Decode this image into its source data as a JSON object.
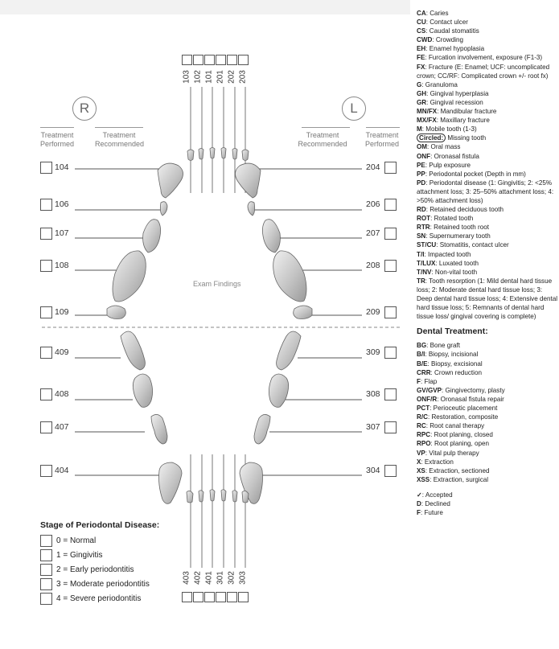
{
  "quadrant_marks": {
    "right": "R",
    "left": "L"
  },
  "headers": {
    "left_performed": "Treatment Performed",
    "left_recommended": "Treatment Recommended",
    "right_recommended": "Treatment Recommended",
    "right_performed": "Treatment Performed"
  },
  "exam_findings_label": "Exam Findings",
  "top_incisors": [
    "103",
    "102",
    "101",
    "201",
    "202",
    "203"
  ],
  "bottom_incisors": [
    "403",
    "402",
    "401",
    "301",
    "302",
    "303"
  ],
  "upper_right_teeth": [
    "104",
    "106",
    "107",
    "108",
    "109"
  ],
  "upper_left_teeth": [
    "204",
    "206",
    "207",
    "208",
    "209"
  ],
  "lower_right_teeth": [
    "409",
    "408",
    "407",
    "404"
  ],
  "lower_left_teeth": [
    "309",
    "308",
    "307",
    "304"
  ],
  "stage": {
    "title": "Stage of Periodontal Disease:",
    "options": [
      "0 = Normal",
      "1 = Gingivitis",
      "2 = Early periodontitis",
      "3 = Moderate periodontitis",
      "4 = Severe periodontitis"
    ]
  },
  "legend": {
    "findings": [
      {
        "code": "CA",
        "desc": ": Caries"
      },
      {
        "code": "CU",
        "desc": ": Contact ulcer"
      },
      {
        "code": "CS",
        "desc": ": Caudal stomatitis"
      },
      {
        "code": "CWD",
        "desc": ": Crowding"
      },
      {
        "code": "EH",
        "desc": ": Enamel hypoplasia"
      },
      {
        "code": "FE",
        "desc": ": Furcation involvement, exposure (F1-3)"
      },
      {
        "code": "FX",
        "desc": ": Fracture (E: Enamel; UCF: uncomplicated crown; CC/RF: Complicated crown +/- root fx)"
      },
      {
        "code": "G",
        "desc": ": Granuloma"
      },
      {
        "code": "GH",
        "desc": ": Gingival hyperplasia"
      },
      {
        "code": "GR",
        "desc": ": Gingival recession"
      },
      {
        "code": "MN/FX",
        "desc": ": Mandibular fracture"
      },
      {
        "code": "MX/FX",
        "desc": ": Maxillary fracture"
      },
      {
        "code": "M",
        "desc": ": Mobile tooth (1-3)"
      },
      {
        "code": "Circled:",
        "desc": " Missing tooth",
        "circled": true
      },
      {
        "code": "OM",
        "desc": ": Oral mass"
      },
      {
        "code": "ONF",
        "desc": ": Oronasal fistula"
      },
      {
        "code": "PE",
        "desc": ": Pulp exposure"
      },
      {
        "code": "PP",
        "desc": ": Periodontal pocket (Depth in mm)"
      },
      {
        "code": "PD",
        "desc": ": Periodontal disease (1: Gingivitis; 2: <25% attachment loss; 3: 25–50% attachment loss; 4: >50% attachment loss)"
      },
      {
        "code": "RD",
        "desc": ": Retained deciduous tooth"
      },
      {
        "code": "ROT",
        "desc": ": Rotated tooth"
      },
      {
        "code": "RTR",
        "desc": ": Retained tooth root"
      },
      {
        "code": "SN",
        "desc": ": Supernumerary tooth"
      },
      {
        "code": "ST/CU",
        "desc": ": Stomatitis, contact ulcer"
      },
      {
        "code": "T/I",
        "desc": ": Impacted tooth"
      },
      {
        "code": "T/LUX",
        "desc": ": Luxated tooth"
      },
      {
        "code": "T/NV",
        "desc": ": Non-vital tooth"
      },
      {
        "code": "TR",
        "desc": ": Tooth resorption (1: Mild dental hard tissue loss; 2: Moderate dental hard tissue loss; 3: Deep dental hard tissue loss; 4: Extensive dental hard tissue loss; 5: Remnants of dental hard tissue loss/ gingival covering is complete)"
      }
    ],
    "treatment_title": "Dental Treatment:",
    "treatments": [
      {
        "code": "BG",
        "desc": ": Bone graft"
      },
      {
        "code": "B/I",
        "desc": ": Biopsy, incisional"
      },
      {
        "code": "B/E",
        "desc": ": Biopsy, excisional"
      },
      {
        "code": "CRR",
        "desc": ": Crown reduction"
      },
      {
        "code": "F",
        "desc": ": Flap"
      },
      {
        "code": "GV/GVP",
        "desc": ": Gingivectomy, plasty"
      },
      {
        "code": "ONF/R",
        "desc": ": Oronasal fistula repair"
      },
      {
        "code": "PCT",
        "desc": ": Perioceutic placement"
      },
      {
        "code": "R/C",
        "desc": ": Restoration, composite"
      },
      {
        "code": "RC",
        "desc": ": Root canal therapy"
      },
      {
        "code": "RPC",
        "desc": ": Root planing, closed"
      },
      {
        "code": "RPO",
        "desc": ": Root planing, open"
      },
      {
        "code": "VP",
        "desc": ": Vital pulp therapy"
      },
      {
        "code": "X",
        "desc": ": Extraction"
      },
      {
        "code": "XS",
        "desc": ": Extraction, sectioned"
      },
      {
        "code": "XSS",
        "desc": ": Extraction, surgical"
      }
    ],
    "status": [
      {
        "code": "✓",
        "desc": ": Accepted"
      },
      {
        "code": "D",
        "desc": ": Declined"
      },
      {
        "code": "F",
        "desc": ": Future"
      }
    ]
  }
}
